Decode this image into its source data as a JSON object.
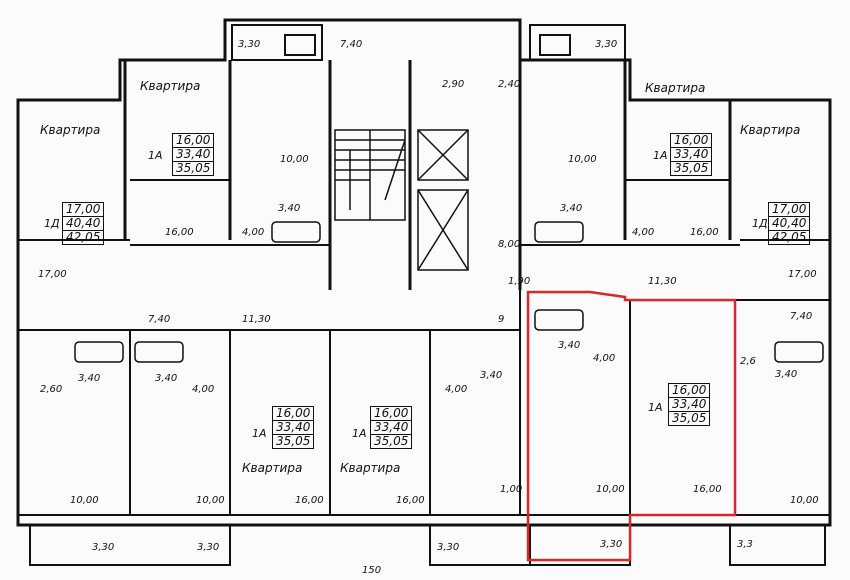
{
  "dimensions": {
    "balcony_3_30": "3,30",
    "balcony_3_3": "3,3",
    "corridor_7_40": "7,40",
    "stair_2_90": "2,90",
    "stair_2_40": "2,40",
    "kitchen_10_00": "10,00",
    "bath_3_40": "3,40",
    "hall_4_00": "4,00",
    "room_16_00": "16,00",
    "room_17_00": "17,00",
    "lobby_8_00": "8,00",
    "lobby_1_90": "1,90",
    "corridor_11_30": "11,30",
    "toilet_2_60": "2,60",
    "edge_1_00": "1,00",
    "edge_9": "9",
    "edge_2_6": "2,6",
    "bottom_mark": "150"
  },
  "apartment_label": "Квартира",
  "apartments": {
    "type_1A": {
      "type": "1А",
      "area_living": "16,00",
      "area_total": "33,40",
      "area_full": "35,05"
    },
    "type_1D": {
      "type": "1Д",
      "area_living": "17,00",
      "area_total": "40,40",
      "area_full": "42,05"
    }
  },
  "colors": {
    "walls": "#111111",
    "highlight": "#d42a2a",
    "paper": "#fbfbfb"
  },
  "highlight_note": "right-middle 1А apartment outlined in red"
}
